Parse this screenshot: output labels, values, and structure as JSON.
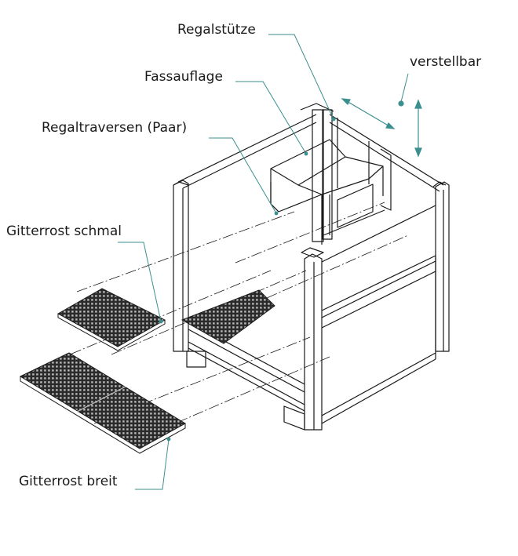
{
  "labels": {
    "regalstuetze": "Regalstütze",
    "verstellbar": "verstellbar",
    "fassauflage": "Fassauflage",
    "regaltraversen": "Regaltraversen (Paar)",
    "gitterrost_schmal": "Gitterrost schmal",
    "gitterrost_breit": "Gitterrost breit"
  },
  "colors": {
    "leader": "#3b8f8f",
    "line": "#1a1a1a",
    "grating": "#2b2b2b"
  }
}
